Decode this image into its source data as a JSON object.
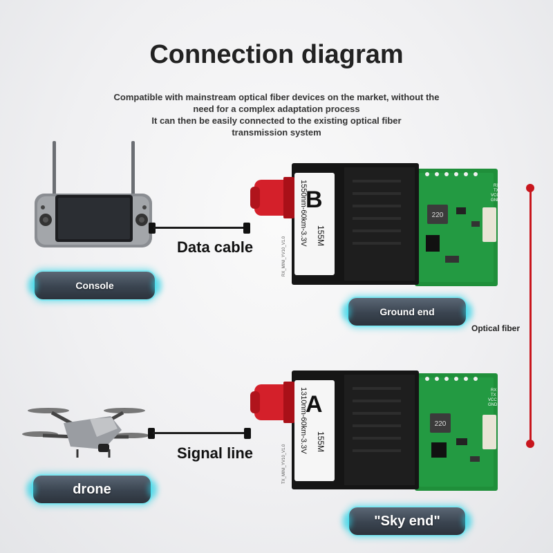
{
  "title": "Connection diagram",
  "subtitle_lines": [
    "Compatible with mainstream optical fiber devices on the market, without the",
    "need for a complex adaptation process",
    "It can then be easily connected to the existing optical fiber",
    "transmission system"
  ],
  "connections": {
    "data_cable": "Data cable",
    "signal_line": "Signal line"
  },
  "labels": {
    "console": "Console",
    "drone": "drone",
    "ground_end": "Ground end",
    "sky_end": "\"Sky end\"",
    "optical_fiber": "Optical fiber"
  },
  "modules": {
    "top": {
      "letter": "B",
      "spec": "1550nm-60km-3.3V",
      "rate": "155M",
      "board_text": "RX_MINI_YV10_V1.0",
      "chip": "220"
    },
    "bottom": {
      "letter": "A",
      "spec": "1310nm-60km-3.3V",
      "rate": "155M",
      "board_text": "TX_MINI_YV10_V1.0",
      "chip": "220"
    }
  },
  "pin_labels": [
    "RX",
    "TX",
    "VCC",
    "GND"
  ],
  "colors": {
    "pill_glow": "#28d2e6",
    "fiber": "#c8161d",
    "pcb": "#1f8f3a",
    "connector": "#d4202a"
  }
}
